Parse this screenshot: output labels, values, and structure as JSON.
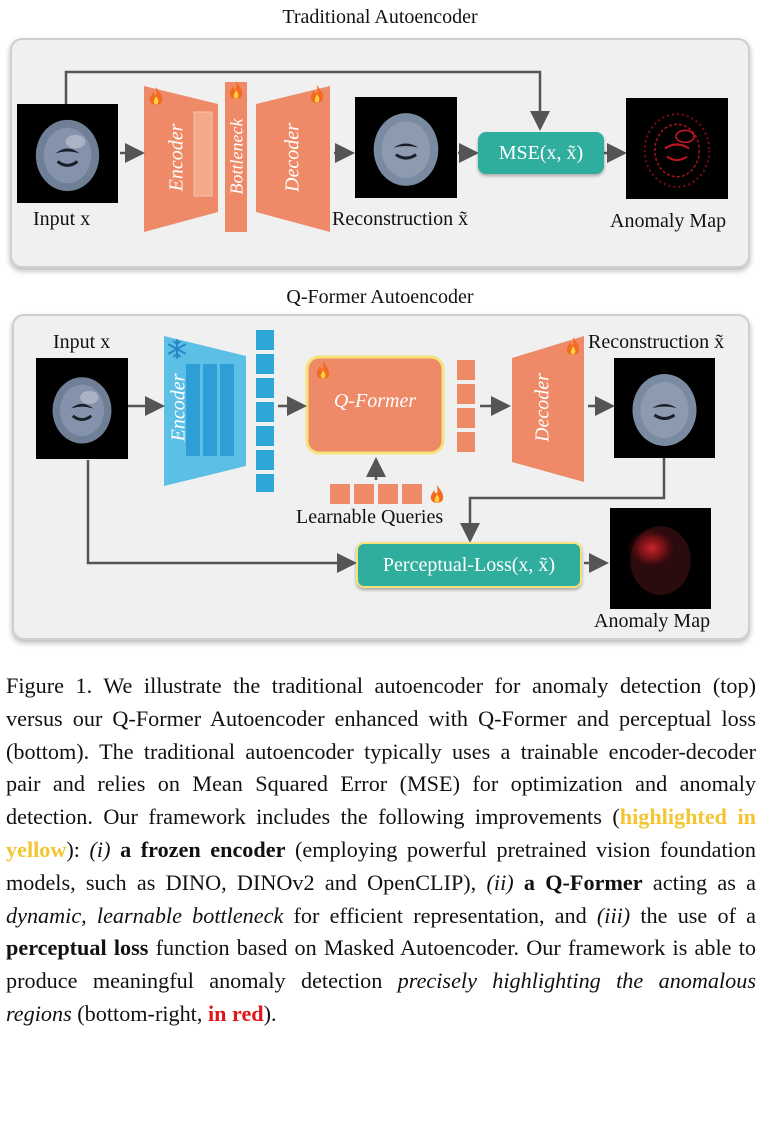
{
  "top": {
    "title": "Traditional Autoencoder",
    "input_label": "Input x",
    "encoder_label": "Encoder",
    "bottleneck_label": "Bottleneck",
    "decoder_label": "Decoder",
    "reconstruction_label": "Reconstruction x̃",
    "mse_label": "MSE(x, x̃)",
    "anomaly_label": "Anomaly Map"
  },
  "bottom": {
    "title": "Q-Former Autoencoder",
    "input_label": "Input x",
    "encoder_label": "Encoder",
    "qformer_label": "Q-Former",
    "decoder_label": "Decoder",
    "reconstruction_label": "Reconstruction x̃",
    "queries_label": "Learnable Queries",
    "loss_label": "Perceptual-Loss(x, x̃)",
    "anomaly_label": "Anomaly Map"
  },
  "caption": {
    "p1": "Figure 1. We illustrate the traditional autoencoder for anomaly detection (top) versus our Q-Former Autoencoder enhanced with Q-Former and perceptual loss (bottom). The traditional autoencoder typically uses a trainable encoder-decoder pair and relies on Mean Squared Error (MSE) for optimization and anomaly detection. Our framework includes the following improvements (",
    "highlight": "highlighted in yellow",
    "p2": "): ",
    "i1": "(i)",
    "b1": "a frozen encoder",
    "p3": " (employing powerful pretrained vision foundation models, such as DINO, DINOv2 and OpenCLIP), ",
    "i2": "(ii)",
    "b2": "a Q-Former",
    "p4": " acting as a ",
    "i3": "dynamic, learnable bottleneck",
    "p5": " for efficient representation, and ",
    "i4": "(iii)",
    "p6": " the use of a ",
    "b3": "perceptual loss",
    "p7": " function based on Masked Autoencoder. Our framework is able to produce meaningful anomaly detection ",
    "i5": "precisely highlighting the anomalous regions",
    "p8": " (bottom-right, ",
    "red": "in red",
    "p9": ")."
  },
  "colors": {
    "salmon": "#ee8a68",
    "teal": "#2fae9e",
    "blue": "#2ea6d8",
    "highlight": "#f6e27a",
    "red": "#e0161b"
  },
  "icons": [
    "fire-icon",
    "snowflake-icon",
    "arrow-icon"
  ]
}
